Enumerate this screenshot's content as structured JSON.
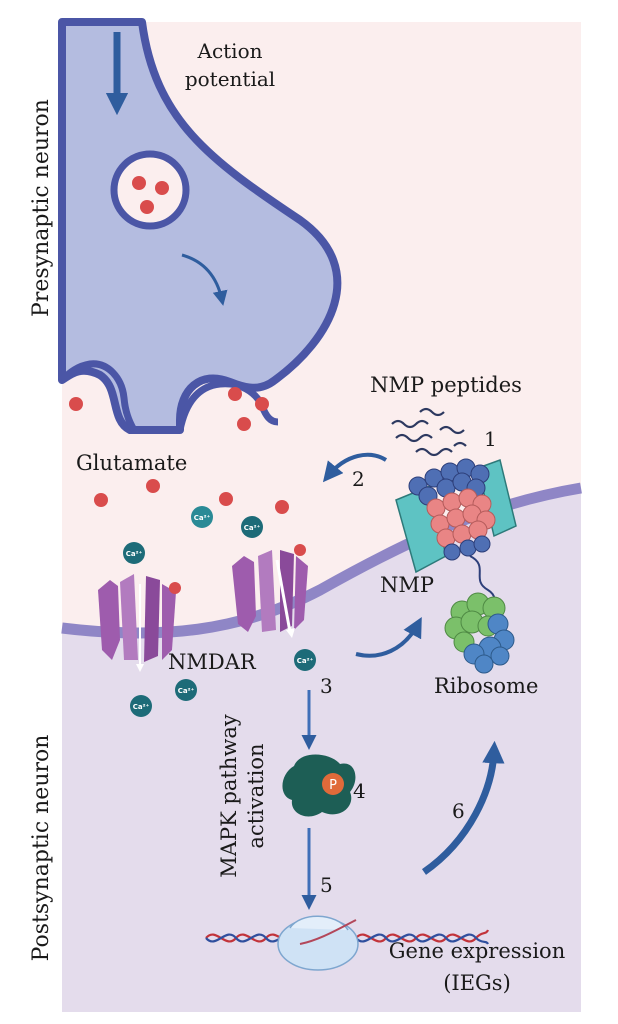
{
  "labels": {
    "action_potential_line1": "Action",
    "action_potential_line2": "potential",
    "presynaptic_neuron": "Presynaptic  neuron",
    "postsynaptic_neuron": "Postsynaptic neuron",
    "nmp_peptides": "NMP peptides",
    "glutamate": "Glutamate",
    "nmp": "NMP",
    "nmdar": "NMDAR",
    "ribosome": "Ribosome",
    "mapk_line1": "MAPK pathway",
    "mapk_line2": "activation",
    "gene_expression_line1": "Gene expression",
    "gene_expression_line2": "(IEGs)",
    "calcium_ion": "Ca²⁺",
    "phosphate": "P"
  },
  "steps": {
    "s1": "1",
    "s2": "2",
    "s3": "3",
    "s4": "4",
    "s5": "5",
    "s6": "6"
  },
  "colors": {
    "presynaptic_fill": "#b4bce0",
    "presynaptic_border": "#4b56a6",
    "cleft_background": "#fbeeee",
    "postsynaptic_fill": "#e4dcec",
    "postsynaptic_membrane": "#8f86c6",
    "glutamate": "#d94c4c",
    "calcium": "#1d6b78",
    "receptor": "#9e5cad",
    "arrow": "#2f5d9e",
    "nmp_barrel": "#5ec3c3",
    "nmp_core": "#e98585",
    "nmp_cap": "#4f6fb4",
    "ribosome": "#7bc06a",
    "mapk": "#1d5e55",
    "phosphate": "#e06a3a"
  }
}
